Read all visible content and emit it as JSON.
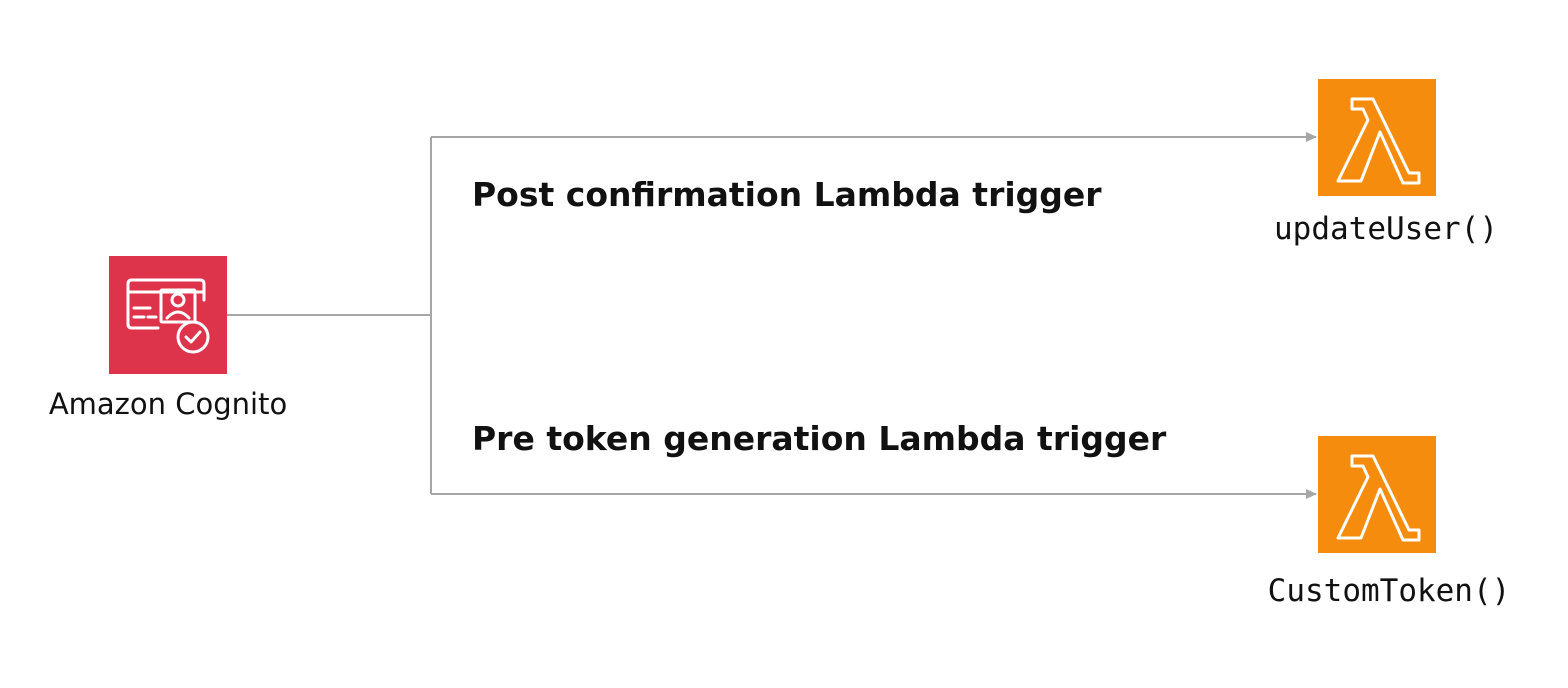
{
  "source": {
    "label": "Amazon Cognito",
    "icon": "cognito-icon",
    "color": "#DD344C"
  },
  "triggers": [
    {
      "label": "Post confirmation Lambda trigger",
      "target_label": "updateUser()",
      "target_icon": "lambda-icon"
    },
    {
      "label": "Pre token generation Lambda trigger",
      "target_label": "CustomToken()",
      "target_icon": "lambda-icon"
    }
  ],
  "colors": {
    "lambda": "#F58C0E",
    "connector": "#A6A6A6",
    "text": "#111111"
  }
}
